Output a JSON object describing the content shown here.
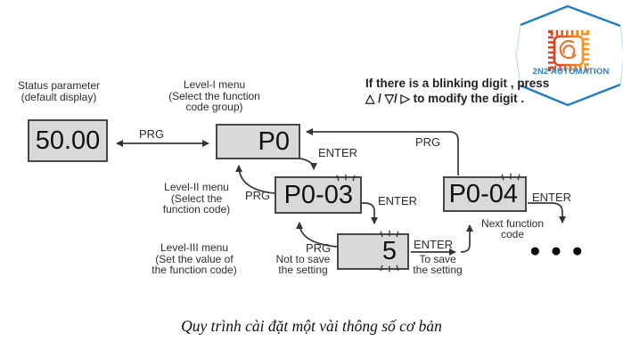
{
  "logo": {
    "brand": "2N2 AUTOMATION"
  },
  "note": {
    "line1": "If there is a blinking digit , press",
    "line2": "△ / ▽/ ▷ to modify the digit ."
  },
  "nodes": {
    "status": {
      "label_lines": [
        "Status parameter",
        "(default display)"
      ],
      "value": "50.00"
    },
    "level1": {
      "label_lines": [
        "Level-I menu",
        "(Select the function",
        "code group)"
      ],
      "value": "P0"
    },
    "level2a": {
      "label_lines": [
        "Level-II menu",
        "(Select the",
        "function code)"
      ],
      "value_prefix": "P0-0",
      "blink_digit": "3"
    },
    "level2b": {
      "value_prefix": "P0-0",
      "blink_digit": "4"
    },
    "level3": {
      "label_lines": [
        "Level-III menu",
        "(Set the value of",
        "the function code)"
      ],
      "value_prefix": "",
      "blink_digit": "5"
    }
  },
  "edges": {
    "prg_main": "PRG",
    "enter_1": "ENTER",
    "prg_2": "PRG",
    "prg_loop": "PRG",
    "enter_2": "ENTER",
    "prg_3": "PRG",
    "enter_3": "ENTER",
    "enter_4": "ENTER"
  },
  "annotations": {
    "not_to_save": [
      "Not to save",
      "the setting"
    ],
    "to_save": [
      "To save",
      "the setting"
    ],
    "next_function": [
      "Next function",
      "code"
    ],
    "ellipsis": "●●●"
  },
  "caption": "Quy trình cài đặt một vài thông số cơ bản",
  "colors": {
    "box_fill": "#d9d9d9",
    "box_border": "#474747",
    "line": "#3a3a3a",
    "logo_blue": "#1b7cc2",
    "logo_orange": "#f7941d",
    "logo_red": "#e03c1f"
  }
}
